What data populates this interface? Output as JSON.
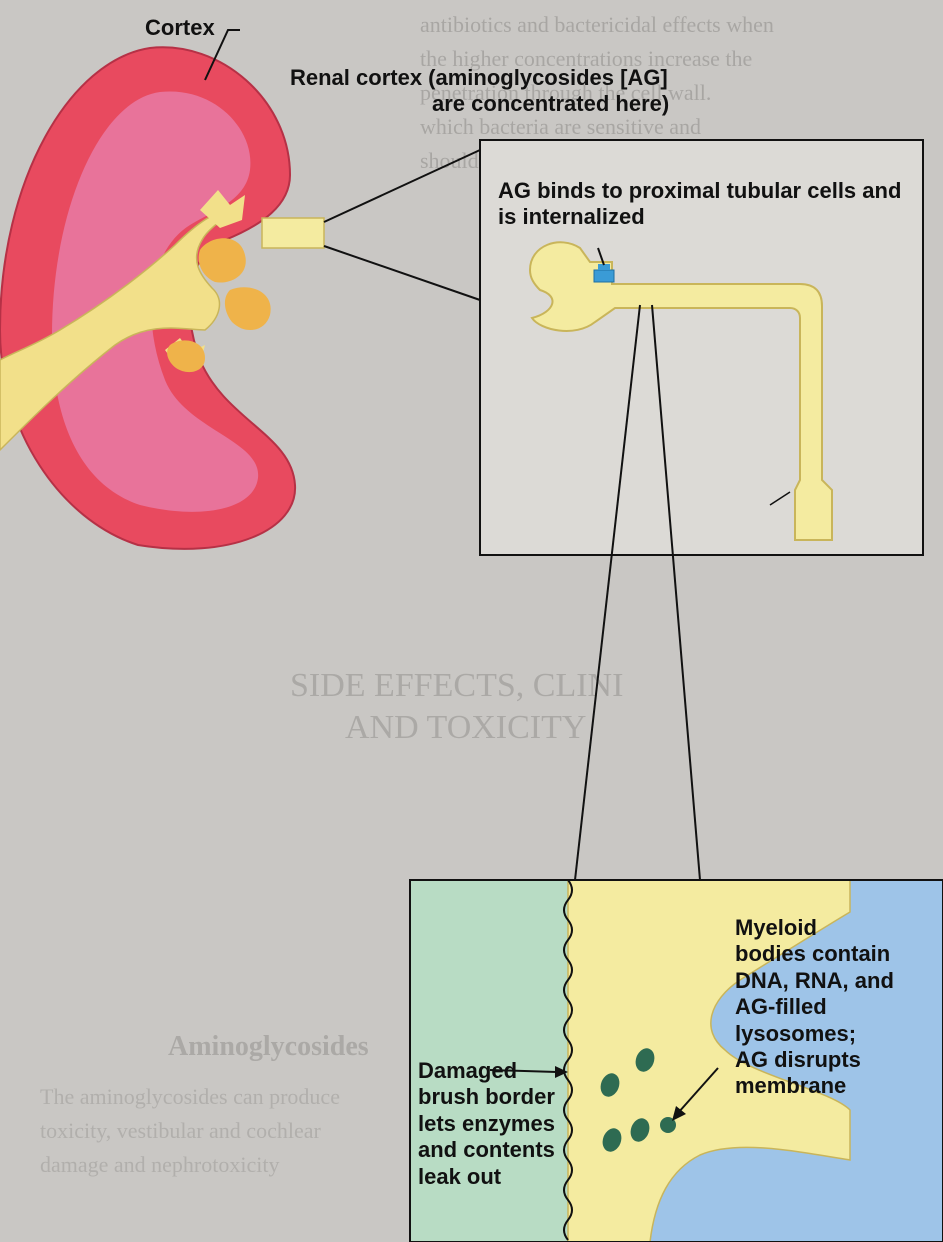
{
  "labels": {
    "cortex": "Cortex",
    "renal_cortex_line1": "Renal cortex (aminoglycosides [AG]",
    "renal_cortex_line2": "are concentrated here)",
    "binds_line1": "AG binds to proximal tubular cells and",
    "binds_line2": "is internalized",
    "myeloid_line1": "Myeloid",
    "myeloid_line2": "bodies contain",
    "myeloid_line3": "DNA, RNA, and",
    "myeloid_line4": "AG-filled lysosomes;",
    "myeloid_line5": "AG disrupts",
    "myeloid_line6": "membrane",
    "damaged_line1": "Damaged",
    "damaged_line2": "brush border",
    "damaged_line3": "lets enzymes",
    "damaged_line4": "and contents",
    "damaged_line5": "leak out"
  },
  "background_text": {
    "heading_1": "SIDE EFFECTS, CLINI",
    "heading_2": "AND TOXICITY",
    "heading_3": "Aminoglycosides"
  },
  "colors": {
    "kidney_cortex": "#e84a5f",
    "kidney_medulla": "#e8739a",
    "renal_pelvis": "#f2e08a",
    "pyramid": "#efb34a",
    "tubule_cell": "#f4eba0",
    "lumen": "#b8dcc4",
    "interstitium": "#9ec4e8",
    "receptor": "#3a9bd6",
    "myeloid_body": "#2e6b52"
  }
}
